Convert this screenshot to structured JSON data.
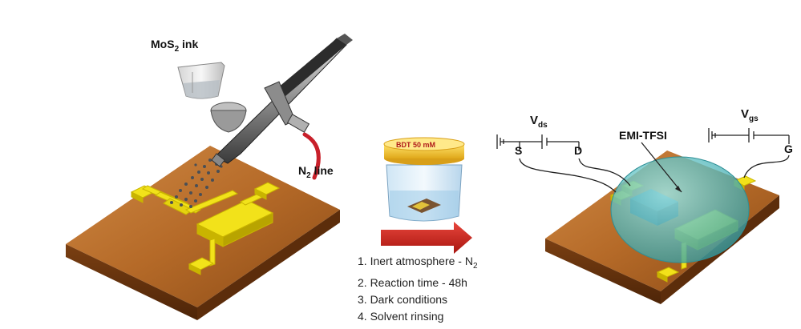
{
  "labels": {
    "mos2_main": "MoS",
    "mos2_sub": "2",
    "mos2_tail": " ink",
    "n2_main": "N",
    "n2_sub": "2",
    "n2_tail": " line",
    "jar_label": "BDT 50 mM",
    "vds_main": "V",
    "vds_sub": "ds",
    "vgs_main": "V",
    "vgs_sub": "gs",
    "s": "S",
    "d": "D",
    "g": "G",
    "emi": "EMI-TFSI"
  },
  "steps": [
    {
      "text": "1. Inert atmosphere - N",
      "sub": "2"
    },
    {
      "text": "2. Reaction time - 48h",
      "sub": ""
    },
    {
      "text": "3. Dark conditions",
      "sub": ""
    },
    {
      "text": "4. Solvent  rinsing",
      "sub": ""
    }
  ],
  "colors": {
    "substrate": "#b9722f",
    "substrate_dark": "#6e3a10",
    "gold": "#f2e21a",
    "arrow": "#d42a22",
    "ionic_liquid": "#4fc3c7"
  }
}
